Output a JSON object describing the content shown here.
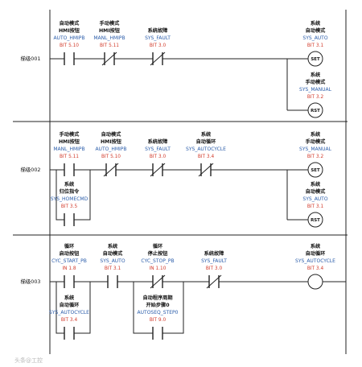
{
  "rungs": [
    {
      "label": "梯级001",
      "elements": [
        {
          "kind": "contact",
          "type": "NO",
          "name": [
            "自动模式",
            "HMI按钮"
          ],
          "tag": "AUTO_HMIPB",
          "bit": "BIT 5.10"
        },
        {
          "kind": "contact",
          "type": "NC",
          "name": [
            "手动模式",
            "HMI按钮"
          ],
          "tag": "MANL_HMIPB",
          "bit": "BIT 5.11"
        },
        {
          "kind": "contact",
          "type": "NC",
          "name": [
            "系统故障"
          ],
          "tag": "SYS_FAULT",
          "bit": "BIT 3.0"
        },
        {
          "kind": "coil",
          "type": "SET",
          "name": [
            "系统",
            "自动模式"
          ],
          "tag": "SYS_AUTO",
          "bit": "BIT 3.1"
        },
        {
          "kind": "coil",
          "type": "RST",
          "name": [
            "系统",
            "手动模式"
          ],
          "tag": "SYS_MANUAL",
          "bit": "BIT 3.2"
        }
      ]
    },
    {
      "label": "梯级002",
      "elements": [
        {
          "kind": "contact",
          "type": "NO",
          "name": [
            "手动模式",
            "HMI按钮"
          ],
          "tag": "MANL_HMIPB",
          "bit": "BIT 5.11"
        },
        {
          "kind": "contact",
          "type": "NC",
          "name": [
            "自动模式",
            "HMI按钮"
          ],
          "tag": "AUTO_HMIPB",
          "bit": "BIT 5.10"
        },
        {
          "kind": "contact",
          "type": "NC",
          "name": [
            "系统故障"
          ],
          "tag": "SYS_FAULT",
          "bit": "BIT 3.0"
        },
        {
          "kind": "contact",
          "type": "NC",
          "name": [
            "系统",
            "自动循环"
          ],
          "tag": "SYS_AUTOCYCLE",
          "bit": "BIT 3.4"
        },
        {
          "kind": "contact",
          "type": "NO",
          "name": [
            "系统",
            "归位指令"
          ],
          "tag": "SYS_HOMECMD",
          "bit": "BIT 3.5"
        },
        {
          "kind": "coil",
          "type": "SET",
          "name": [
            "系统",
            "手动模式"
          ],
          "tag": "SYS_MANUAL",
          "bit": "BIT 3.2"
        },
        {
          "kind": "coil",
          "type": "RST",
          "name": [
            "系统",
            "自动模式"
          ],
          "tag": "SYS_AUTO",
          "bit": "BIT 3.1"
        }
      ]
    },
    {
      "label": "梯级003",
      "elements": [
        {
          "kind": "contact",
          "type": "NO",
          "name": [
            "循环",
            "启动按钮"
          ],
          "tag": "CYC_START_PB",
          "bit": "IN 1.8"
        },
        {
          "kind": "contact",
          "type": "NO",
          "name": [
            "系统",
            "自动模式"
          ],
          "tag": "SYS_AUTO",
          "bit": "BIT 3.1"
        },
        {
          "kind": "contact",
          "type": "NC",
          "name": [
            "循环",
            "停止按钮"
          ],
          "tag": "CYC_STOP_PB",
          "bit": "IN 1.10"
        },
        {
          "kind": "contact",
          "type": "NC",
          "name": [
            "系统故障"
          ],
          "tag": "SYS_FAULT",
          "bit": "BIT 3.0"
        },
        {
          "kind": "contact",
          "type": "NO",
          "name": [
            "系统",
            "自动循环"
          ],
          "tag": "SYS_AUTOCYCLE",
          "bit": "BIT 3.4"
        },
        {
          "kind": "contact",
          "type": "NO",
          "name": [
            "自动程序周期",
            "开始步骤0"
          ],
          "tag": "AUTOSEQ_STEP0",
          "bit": "BIT 9.0"
        },
        {
          "kind": "coil",
          "type": "OUT",
          "name": [
            "系统",
            "自动循环"
          ],
          "tag": "SYS_AUTOCYCLE",
          "bit": "BIT 3.4"
        }
      ]
    }
  ],
  "watermark": "头条@工控"
}
